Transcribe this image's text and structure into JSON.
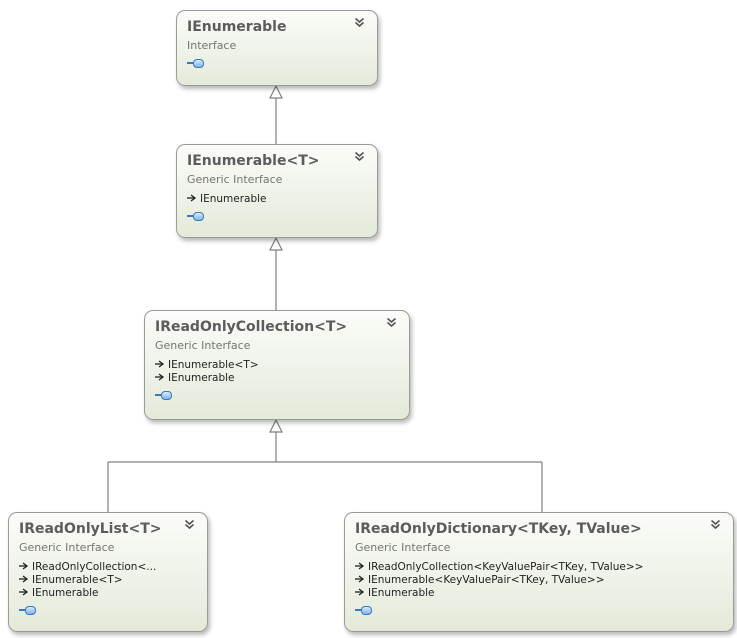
{
  "nodes": [
    {
      "id": "ienumerable",
      "name": "IEnumerable",
      "generic": "",
      "kind": "Interface",
      "bases": []
    },
    {
      "id": "ienumerable-t",
      "name": "IEnumerable",
      "generic": "<T>",
      "kind": "Generic Interface",
      "bases": [
        "IEnumerable"
      ]
    },
    {
      "id": "ireadonlycollection",
      "name": "IReadOnlyCollection",
      "generic": "<T>",
      "kind": "Generic Interface",
      "bases": [
        "IEnumerable<T>",
        "IEnumerable"
      ]
    },
    {
      "id": "ireadonlylist",
      "name": "IReadOnlyList",
      "generic": "<T>",
      "kind": "Generic Interface",
      "bases": [
        "IReadOnlyCollection<...",
        "IEnumerable<T>",
        "IEnumerable"
      ]
    },
    {
      "id": "ireadonlydictionary",
      "name": "IReadOnlyDictionary",
      "generic": "<TKey, TValue>",
      "kind": "Generic Interface",
      "bases": [
        "IReadOnlyCollection<KeyValuePair<TKey, TValue>>",
        "IEnumerable<KeyValuePair<TKey, TValue>>",
        "IEnumerable"
      ]
    }
  ],
  "icons": {
    "collapse": "double-chevron-down-icon",
    "base_arrow": "inheritance-arrow-icon",
    "members": "interface-lollipop-icon"
  },
  "colors": {
    "box_border": "#9a9a9a",
    "title_text": "#5c5c5c",
    "subtitle_text": "#747474",
    "connector": "#808080",
    "member_icon": "#3b78b8"
  }
}
